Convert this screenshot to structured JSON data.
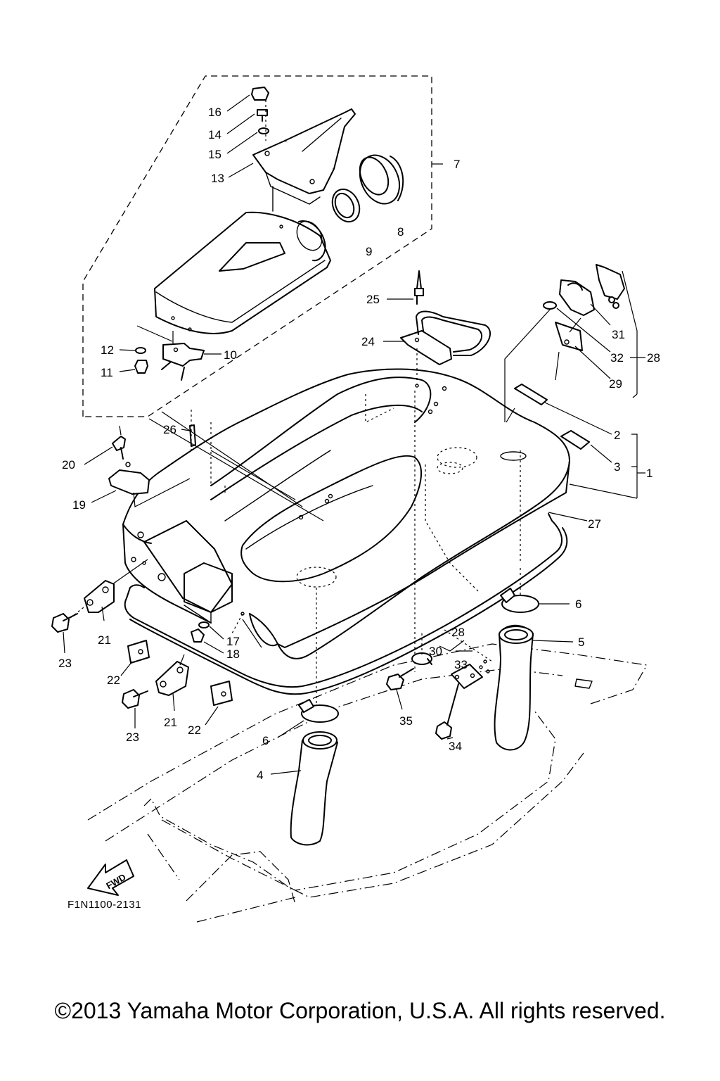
{
  "diagram": {
    "drawing_number": "F1N1100-2131",
    "direction_label": "FWD",
    "copyright": "©2013 Yamaha Motor Corporation, U.S.A. All rights reserved.",
    "callouts": [
      {
        "id": "c1",
        "label": "1"
      },
      {
        "id": "c2",
        "label": "2"
      },
      {
        "id": "c3",
        "label": "3"
      },
      {
        "id": "c4",
        "label": "4"
      },
      {
        "id": "c5",
        "label": "5"
      },
      {
        "id": "c6a",
        "label": "6"
      },
      {
        "id": "c6b",
        "label": "6"
      },
      {
        "id": "c7",
        "label": "7"
      },
      {
        "id": "c8",
        "label": "8"
      },
      {
        "id": "c9",
        "label": "9"
      },
      {
        "id": "c10",
        "label": "10"
      },
      {
        "id": "c11",
        "label": "11"
      },
      {
        "id": "c12",
        "label": "12"
      },
      {
        "id": "c13",
        "label": "13"
      },
      {
        "id": "c14",
        "label": "14"
      },
      {
        "id": "c15",
        "label": "15"
      },
      {
        "id": "c16",
        "label": "16"
      },
      {
        "id": "c17",
        "label": "17"
      },
      {
        "id": "c18",
        "label": "18"
      },
      {
        "id": "c19",
        "label": "19"
      },
      {
        "id": "c20",
        "label": "20"
      },
      {
        "id": "c21a",
        "label": "21"
      },
      {
        "id": "c21b",
        "label": "21"
      },
      {
        "id": "c22a",
        "label": "22"
      },
      {
        "id": "c22b",
        "label": "22"
      },
      {
        "id": "c23a",
        "label": "23"
      },
      {
        "id": "c23b",
        "label": "23"
      },
      {
        "id": "c24",
        "label": "24"
      },
      {
        "id": "c25",
        "label": "25"
      },
      {
        "id": "c26",
        "label": "26"
      },
      {
        "id": "c27",
        "label": "27"
      },
      {
        "id": "c28a",
        "label": "28"
      },
      {
        "id": "c28b",
        "label": "28"
      },
      {
        "id": "c29",
        "label": "29"
      },
      {
        "id": "c30",
        "label": "30"
      },
      {
        "id": "c31",
        "label": "31"
      },
      {
        "id": "c32",
        "label": "32"
      },
      {
        "id": "c33",
        "label": "33"
      },
      {
        "id": "c34",
        "label": "34"
      },
      {
        "id": "c35",
        "label": "35"
      }
    ]
  }
}
